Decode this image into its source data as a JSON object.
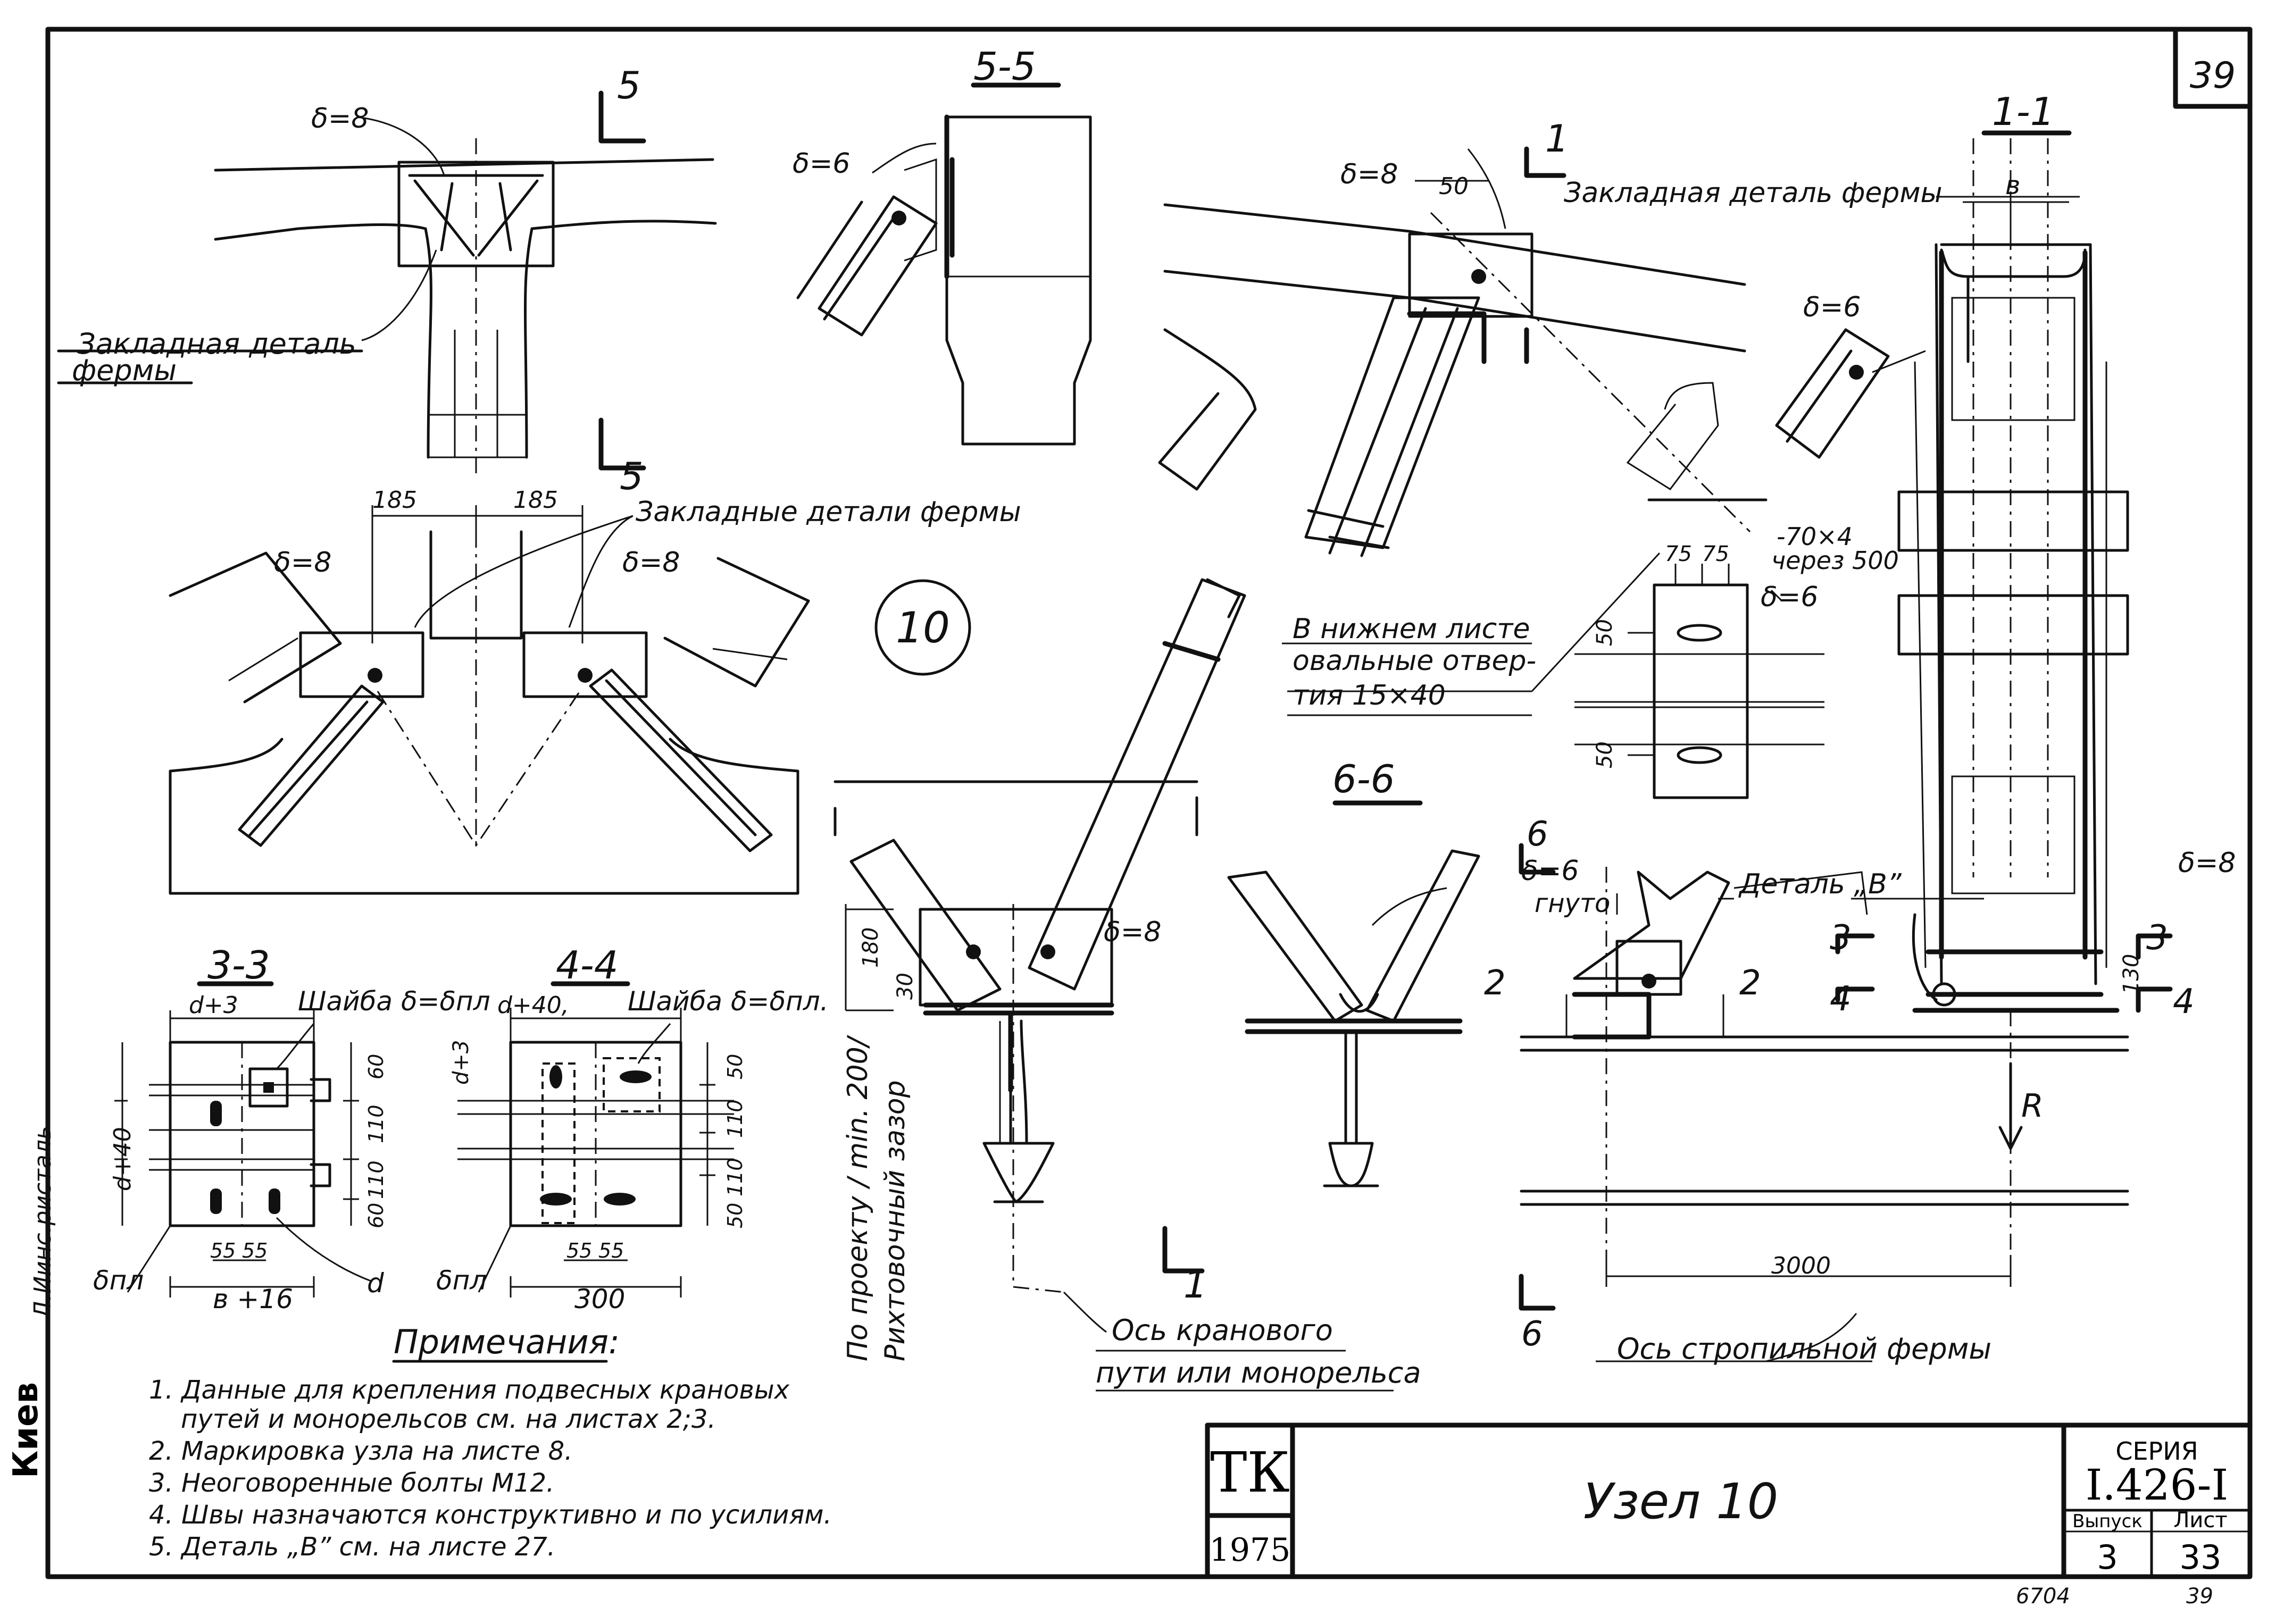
{
  "sheet": {
    "corner_number": "39",
    "bottom_left_stamp": "Киев",
    "left_margin_note": "Л.Иинс.ристаль",
    "footer_code": "6704",
    "footer_page": "39"
  },
  "sections": {
    "s5_5": "5-5",
    "s1_1": "1-1",
    "s6_6": "6-6",
    "s3_3": "3-3",
    "s4_4": "4-4",
    "cut5": "5",
    "cut1": "1",
    "cut6": "6",
    "cut2": "2",
    "cut3": "3",
    "cut4": "4",
    "node_circle": "10"
  },
  "labels": {
    "delta8": "δ=8",
    "delta6": "δ=6",
    "delta6_bent": "гнуто",
    "embedded_truss": "Закладная деталь фермы",
    "embedded_truss_line1": "Закладная деталь",
    "embedded_truss_line2": "фермы",
    "embedded_truss_plural": "Закладные детали фермы",
    "oval_holes_l1": "В нижнем листе",
    "oval_holes_l2": "овальные отвер-",
    "oval_holes_l3": "тия 15×40",
    "plate_70x4": "-70×4",
    "every_500": "через 500",
    "detail_b": "Деталь „B”",
    "reaction": "R",
    "crane_axis_l1": "Ось кранового",
    "crane_axis_l2": "пути или монорельса",
    "rafter_axis": "Ось стропильной фермы",
    "project_gap_l1": "По проекту / min. 200/",
    "project_gap_l2": "Рихтовочный зазор",
    "washer_3": "Шайба δ=δпл",
    "washer_4": "Шайба δ=δпл.",
    "delta_pl": "δпл",
    "d_label": "d"
  },
  "dimensions": {
    "d185a": "185",
    "d185b": "185",
    "d50": "50",
    "d_b": "в",
    "d75a": "75",
    "d75b": "75",
    "d50v1": "50",
    "d50v2": "50",
    "d180": "180",
    "d30": "30",
    "d130": "130",
    "d3000": "3000",
    "d_plus3": "d+3",
    "d_plus40": "d+40",
    "d_plus40b": "d+40,",
    "d_plus3v": "d+3",
    "d60": "60",
    "d110a": "110",
    "d110b": "110",
    "d60b": "60",
    "d55a": "55",
    "d55b": "55",
    "b_plus16": "в +16",
    "d50a": "50",
    "d110c": "110",
    "d110d": "110",
    "d50b": "50",
    "d55c": "55",
    "d55d": "55",
    "d300": "300"
  },
  "notes": {
    "title": "Примечания:",
    "items": [
      "1. Данные для крепления подвесных крановых",
      "путей и монорельсов см. на листах 2;3.",
      "2. Маркировка узла на листе 8.",
      "3. Неоговоренные болты М12.",
      "4. Швы назначаются конструктивно и по усилиям.",
      "5. Деталь „B” см. на листе 27."
    ]
  },
  "title_block": {
    "logo_top": "ТК",
    "logo_year": "1975",
    "title": "Узел 10",
    "series_label": "СЕРИЯ",
    "series_value": "I.426-I",
    "issue_label": "Выпуск",
    "issue_value": "3",
    "sheet_label": "Лист",
    "sheet_value": "33"
  }
}
